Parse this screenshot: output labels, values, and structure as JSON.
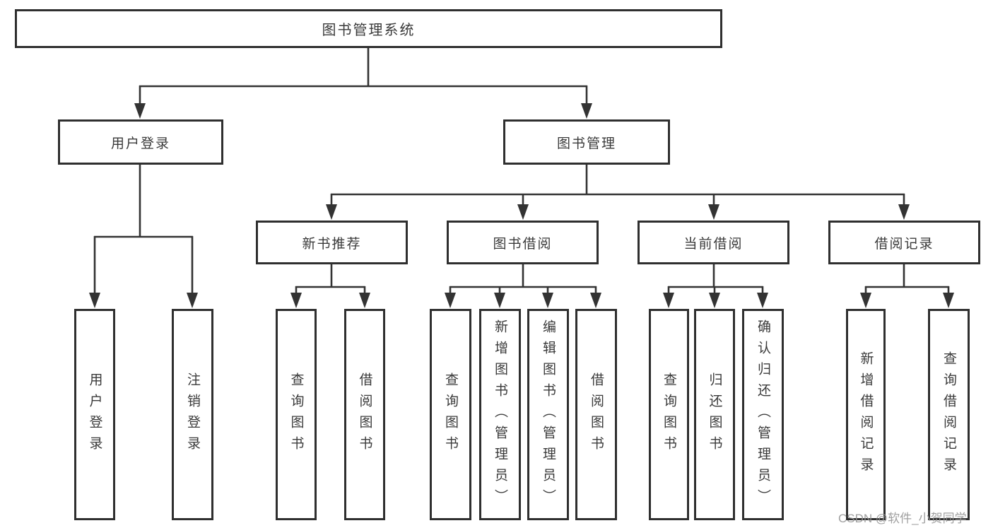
{
  "diagram": {
    "root": {
      "label": "图书管理系统"
    },
    "level2": [
      {
        "label": "用户登录"
      },
      {
        "label": "图书管理"
      }
    ],
    "level3": [
      {
        "label": "新书推荐"
      },
      {
        "label": "图书借阅"
      },
      {
        "label": "当前借阅"
      },
      {
        "label": "借阅记录"
      }
    ],
    "leaves": {
      "user_login": [
        "用户登录",
        "注销登录"
      ],
      "new_books": [
        "查询图书",
        "借阅图书"
      ],
      "book_borrow": [
        "查询图书",
        "新增图书（管理员）",
        "编辑图书（管理员）",
        "借阅图书"
      ],
      "current_borrow": [
        "查询图书",
        "归还图书",
        "确认归还（管理员）"
      ],
      "borrow_records": [
        "新增借阅记录",
        "查询借阅记录"
      ]
    }
  },
  "watermark": {
    "text": "CSDN @软件_小贺同学"
  },
  "colors": {
    "line": "#333333",
    "border": "#2f2f2f",
    "text": "#3a3a3a",
    "watermark": "#969696",
    "background": "#ffffff"
  }
}
